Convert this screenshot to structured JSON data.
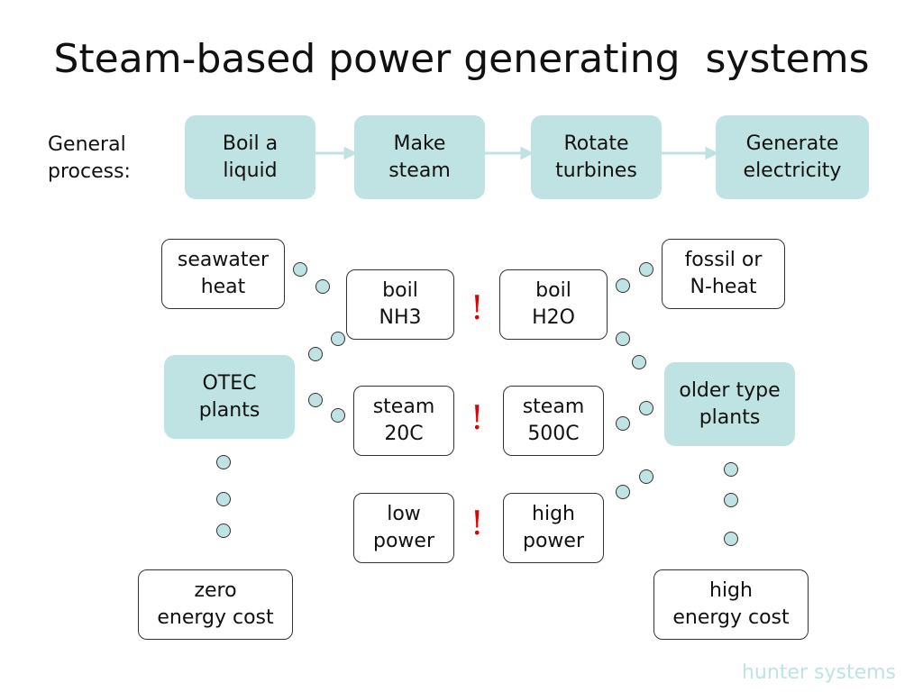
{
  "title": "Steam-based power generating  systems",
  "process": {
    "label": "General\nprocess:",
    "steps": [
      "Boil a\nliquid",
      "Make\nsteam",
      "Rotate\nturbines",
      "Generate\nelectricity"
    ]
  },
  "left_column": {
    "source": "seawater\nheat",
    "plant": "OTEC\nplants",
    "cost": "zero\nenergy cost"
  },
  "right_column": {
    "source": "fossil or\nN-heat",
    "plant": "older type\nplants",
    "cost": "high\nenergy cost"
  },
  "comparisons": [
    {
      "left": "boil\nNH3",
      "right": "boil\nH2O",
      "mark": "!"
    },
    {
      "left": "steam\n20C",
      "right": "steam\n500C",
      "mark": "!"
    },
    {
      "left": "low\npower",
      "right": "high\npower",
      "mark": "!"
    }
  ],
  "footer": "hunter systems",
  "colors": {
    "accent": "#bfe3e3",
    "warning": "#e00000"
  }
}
